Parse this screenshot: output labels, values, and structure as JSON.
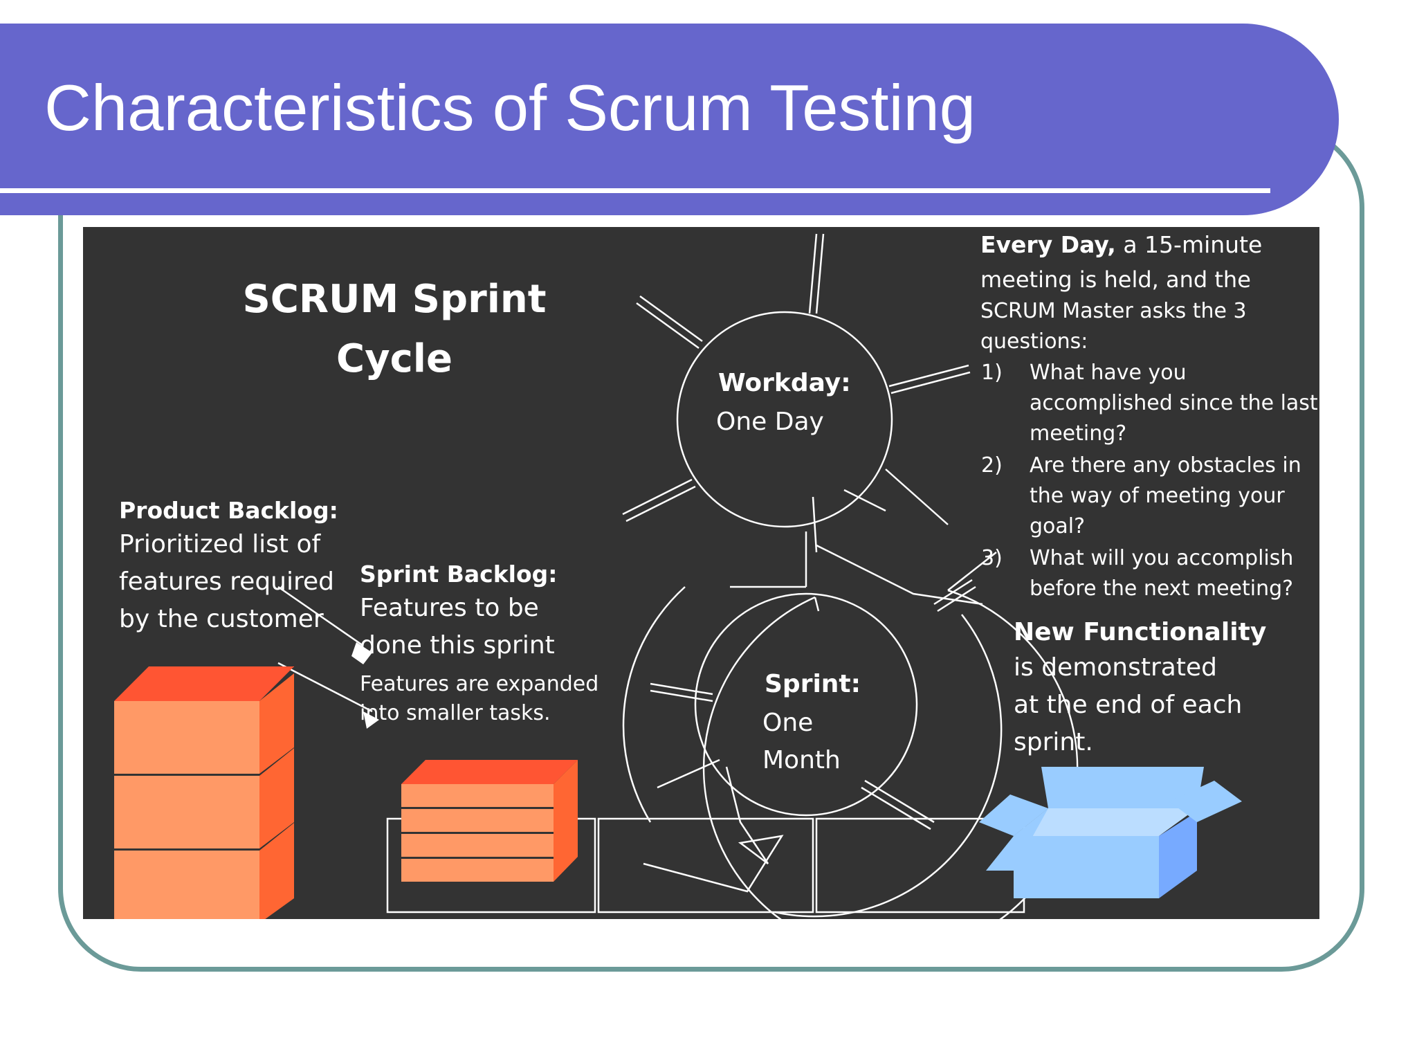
{
  "slide": {
    "title": "Characteristics of Scrum Testing",
    "colors": {
      "banner": "#6666cc",
      "frame": "#6b9a98",
      "panel": "#333333",
      "stack_front": "#ff9966",
      "stack_top": "#ff5533",
      "box": "#99ccff"
    }
  },
  "diagram": {
    "title": "SCRUM Sprint Cycle",
    "product_backlog": {
      "heading": "Product Backlog:",
      "lines": [
        "Prioritized list of",
        "features required",
        "by the customer"
      ]
    },
    "sprint_backlog": {
      "heading": "Sprint Backlog:",
      "lines": [
        "Features to be",
        "done this sprint"
      ],
      "note_lines": [
        "Features are expanded",
        "into smaller tasks."
      ]
    },
    "workday": {
      "label": "Workday:",
      "value": "One Day"
    },
    "sprint": {
      "label": "Sprint:",
      "value_lines": [
        "One",
        "Month"
      ]
    },
    "daily_meeting": {
      "intro_bold": "Every Day,",
      "intro_lines": [
        " a 15-minute",
        "meeting is held, and the",
        "SCRUM Master asks the 3",
        "questions:"
      ],
      "questions": [
        {
          "num": "1)",
          "lines": [
            "What have you",
            "accomplished since the last",
            "meeting?"
          ]
        },
        {
          "num": "2)",
          "lines": [
            "Are there any obstacles in",
            "the way of meeting your",
            "goal?"
          ]
        },
        {
          "num": "3)",
          "lines": [
            "What will you accomplish",
            "before the next meeting?"
          ]
        }
      ]
    },
    "new_functionality": {
      "heading": "New Functionality",
      "lines": [
        "is demonstrated",
        "at the end of each",
        "sprint."
      ]
    }
  }
}
